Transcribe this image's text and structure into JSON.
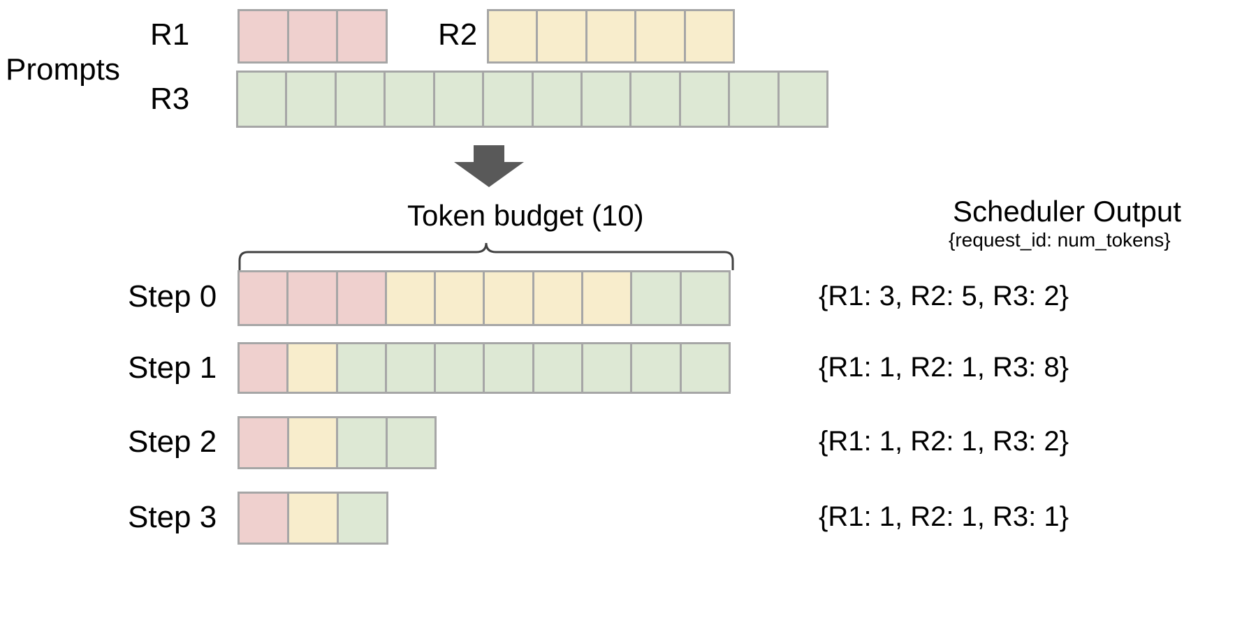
{
  "diagram": {
    "title_prompts": "Prompts",
    "arrow": "down-arrow",
    "token_budget_label": "Token budget (10)",
    "brace": "curly-brace",
    "scheduler_output_title": "Scheduler Output",
    "scheduler_output_subtitle": "{request_id: num_tokens}"
  },
  "colors": {
    "r1": "#efd0ce",
    "r2": "#f8edcc",
    "r3": "#dde8d4",
    "border": "#a6a6a6",
    "arrow": "#595959",
    "brace": "#404040",
    "text": "#000000",
    "background": "#ffffff"
  },
  "prompts": [
    {
      "id": "R1",
      "label": "R1",
      "tokens": 3,
      "color_key": "r1"
    },
    {
      "id": "R2",
      "label": "R2",
      "tokens": 5,
      "color_key": "r2"
    },
    {
      "id": "R3",
      "label": "R3",
      "tokens": 12,
      "color_key": "r3"
    }
  ],
  "steps": [
    {
      "label": "Step 0",
      "segments": [
        {
          "request": "R1",
          "count": 3,
          "color_key": "r1"
        },
        {
          "request": "R2",
          "count": 5,
          "color_key": "r2"
        },
        {
          "request": "R3",
          "count": 2,
          "color_key": "r3"
        }
      ],
      "output": "{R1: 3, R2: 5, R3: 2}"
    },
    {
      "label": "Step 1",
      "segments": [
        {
          "request": "R1",
          "count": 1,
          "color_key": "r1"
        },
        {
          "request": "R2",
          "count": 1,
          "color_key": "r2"
        },
        {
          "request": "R3",
          "count": 8,
          "color_key": "r3"
        }
      ],
      "output": "{R1: 1, R2: 1, R3: 8}"
    },
    {
      "label": "Step 2",
      "segments": [
        {
          "request": "R1",
          "count": 1,
          "color_key": "r1"
        },
        {
          "request": "R2",
          "count": 1,
          "color_key": "r2"
        },
        {
          "request": "R3",
          "count": 2,
          "color_key": "r3"
        }
      ],
      "output": "{R1: 1, R2: 1, R3: 2}"
    },
    {
      "label": "Step 3",
      "segments": [
        {
          "request": "R1",
          "count": 1,
          "color_key": "r1"
        },
        {
          "request": "R2",
          "count": 1,
          "color_key": "r2"
        },
        {
          "request": "R3",
          "count": 1,
          "color_key": "r3"
        }
      ],
      "output": "{R1: 1, R2: 1, R3: 1}"
    }
  ],
  "chart_data": {
    "type": "bar",
    "title": "Token budget (10)",
    "categories": [
      "Step 0",
      "Step 1",
      "Step 2",
      "Step 3"
    ],
    "series": [
      {
        "name": "R1",
        "values": [
          3,
          1,
          1,
          1
        ]
      },
      {
        "name": "R2",
        "values": [
          5,
          1,
          1,
          1
        ]
      },
      {
        "name": "R3",
        "values": [
          2,
          8,
          2,
          1
        ]
      }
    ],
    "prompt_lengths": {
      "R1": 3,
      "R2": 5,
      "R3": 12
    },
    "token_budget": 10,
    "xlabel": "",
    "ylabel": "",
    "legend": [
      "R1",
      "R2",
      "R3"
    ]
  }
}
